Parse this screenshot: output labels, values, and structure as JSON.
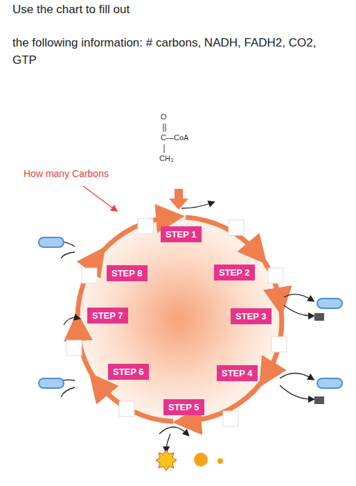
{
  "diagram": {
    "title": "Use the chart to fill out",
    "nodes": [
      {
        "text": [
          "STEP 1"
        ]
      },
      {
        "text": [
          "STEP 8"
        ]
      },
      {
        "text": [
          "STEP 2"
        ]
      },
      {
        "text": [
          "STEP 7"
        ]
      },
      {
        "text": [
          "STEP 3"
        ]
      },
      {
        "text": [
          "STEP 6"
        ]
      },
      {
        "text": [
          "STEP 4"
        ]
      },
      {
        "text": [
          "STEP 5"
        ]
      }
    ],
    "labels": [
      "the following information: # carbons, NADH, FADH2, CO2, GTP",
      "O",
      "C—CoA",
      "CH₃",
      "How many Carbons"
    ]
  }
}
